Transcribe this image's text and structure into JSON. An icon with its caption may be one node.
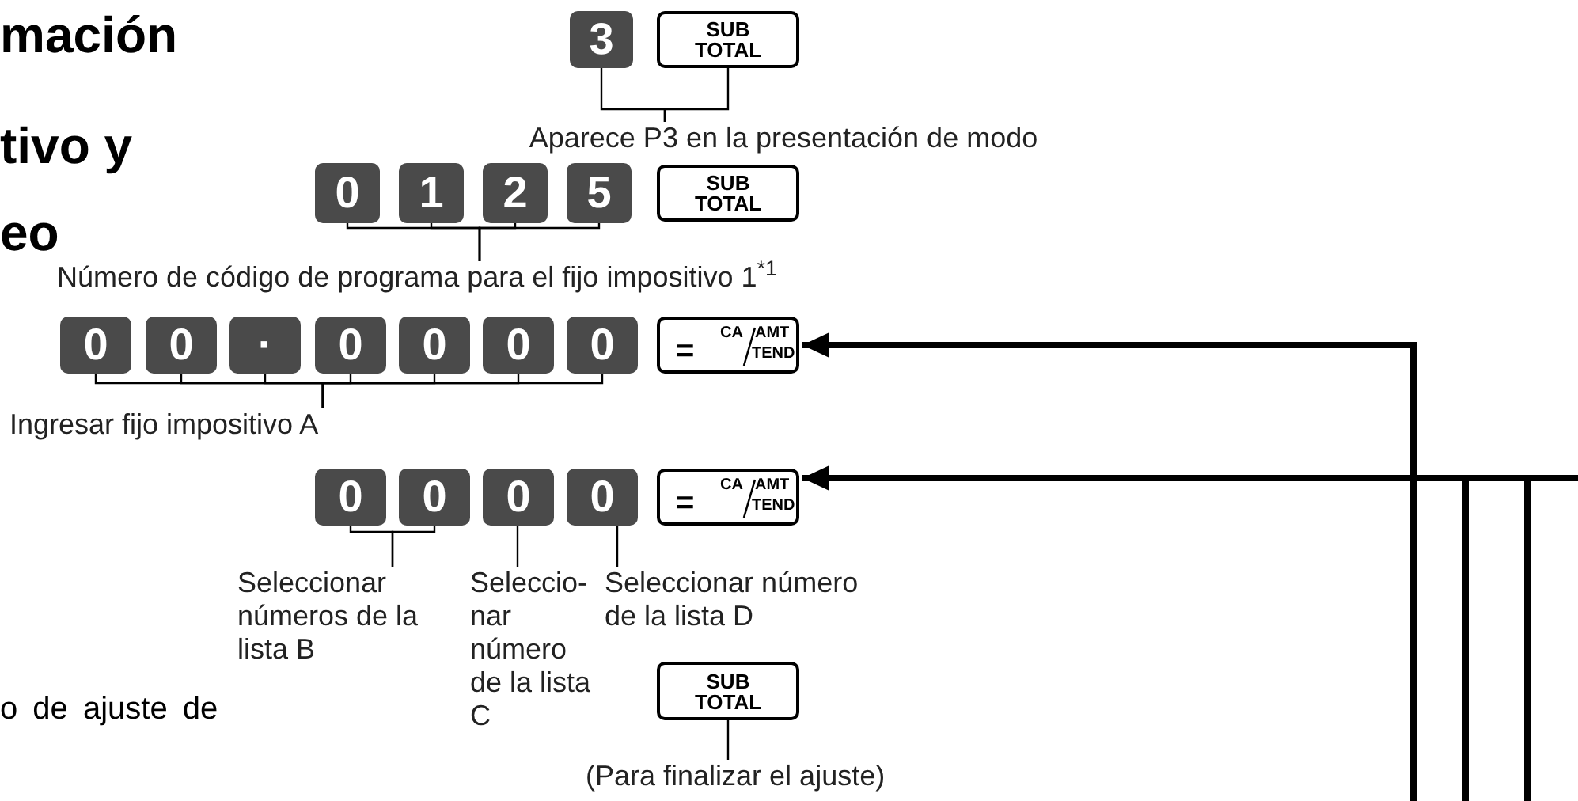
{
  "diagram": {
    "nodes": [
      {
        "text": [
          "3"
        ]
      },
      {
        "text": [
          "SUB TOTAL"
        ]
      },
      {
        "text": [
          "Aparece P3 en la presentación de modo"
        ]
      },
      {
        "text": [
          "0"
        ]
      },
      {
        "text": [
          "1"
        ]
      },
      {
        "text": [
          "2"
        ]
      },
      {
        "text": [
          "5"
        ]
      },
      {
        "text": [
          "SUB TOTAL"
        ]
      },
      {
        "text": [
          "Número de código de programa para el fijo impositivo 1$^{*1}$"
        ]
      },
      {
        "text": [
          "0"
        ]
      },
      {
        "text": [
          "0"
        ]
      },
      {
        "text": [
          "·"
        ]
      },
      {
        "text": [
          "0"
        ]
      },
      {
        "text": [
          "0"
        ]
      },
      {
        "text": [
          "0"
        ]
      },
      {
        "text": [
          "0"
        ]
      },
      {
        "text": [
          "=",
          "CA",
          "AMT",
          "TEND"
        ]
      },
      {
        "text": [
          "Ingresar fijo impositivo A"
        ]
      },
      {
        "text": [
          "0"
        ]
      },
      {
        "text": [
          "0"
        ]
      },
      {
        "text": [
          "0"
        ]
      },
      {
        "text": [
          "0"
        ]
      },
      {
        "text": [
          "=",
          "CA",
          "AMT",
          "TEND"
        ]
      },
      {
        "text": [
          "Seleccionar números de la lista B"
        ]
      },
      {
        "text": [
          "Seleccio- nar número de la lista C"
        ]
      },
      {
        "text": [
          "Seleccionar número de la lista D"
        ]
      },
      {
        "text": [
          "SUB TOTAL"
        ]
      },
      {
        "text": [
          "(Para finalizar el ajuste)"
        ]
      }
    ],
    "edges": [
      {
        "from": 2,
        "to": 0,
        "arrow": "none"
      },
      {
        "from": 2,
        "to": 1,
        "arrow": "none"
      },
      {
        "from": 8,
        "to": 3,
        "arrow": "none"
      },
      {
        "from": 8,
        "to": 4,
        "arrow": "none"
      },
      {
        "from": 8,
        "to": 5,
        "arrow": "none"
      },
      {
        "from": 8,
        "to": 6,
        "arrow": "none"
      },
      {
        "from": 17,
        "to": 9,
        "arrow": "none"
      },
      {
        "from": 17,
        "to": 10,
        "arrow": "none"
      },
      {
        "from": 17,
        "to": 11,
        "arrow": "none"
      },
      {
        "from": 17,
        "to": 12,
        "arrow": "none"
      },
      {
        "from": 17,
        "to": 13,
        "arrow": "none"
      },
      {
        "from": 17,
        "to": 14,
        "arrow": "none"
      },
      {
        "from": 17,
        "to": 15,
        "arrow": "none"
      },
      {
        "from": 23,
        "to": 18,
        "arrow": "none"
      },
      {
        "from": 23,
        "to": 19,
        "arrow": "none"
      },
      {
        "from": 24,
        "to": 20,
        "arrow": "none"
      },
      {
        "from": 25,
        "to": 21,
        "arrow": "none"
      },
      {
        "from": 27,
        "to": 26,
        "arrow": "none"
      },
      {
        "from": null,
        "to": 16,
        "arrow": "to",
        "style": "thick"
      },
      {
        "from": null,
        "to": 22,
        "arrow": "to",
        "style": "thick"
      }
    ],
    "labels": [
      "mación",
      "tivo y",
      "eo",
      "o de ajuste de"
    ]
  }
}
